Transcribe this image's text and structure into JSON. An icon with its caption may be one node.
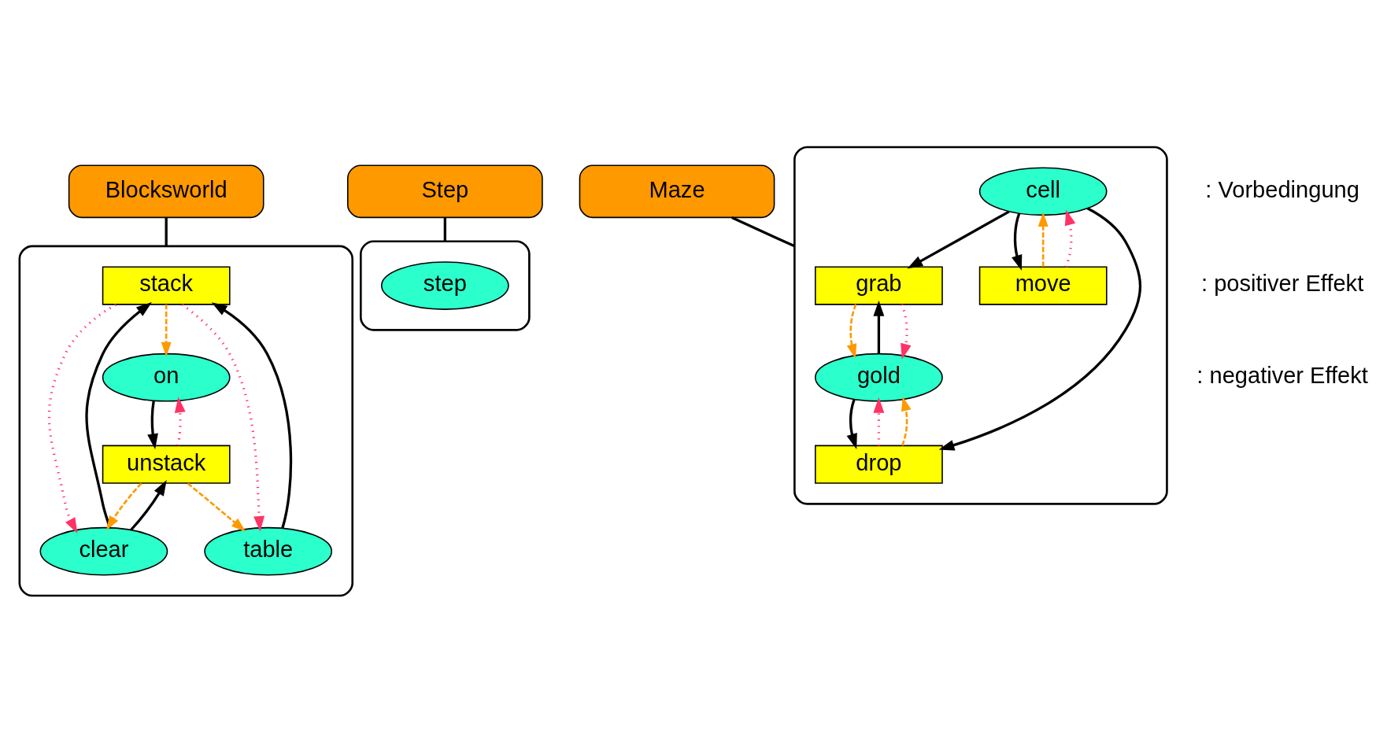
{
  "diagram": {
    "nodes": [
      {
        "text": [
          "Blocksworld"
        ]
      },
      {
        "text": [],
        "shape": "ellipse"
      },
      {
        "text": [
          "stack"
        ],
        "in": 1
      },
      {
        "text": [
          "on"
        ],
        "in": 1
      },
      {
        "text": [
          "clear"
        ],
        "in": 1
      },
      {
        "text": [
          "table"
        ],
        "in": 1
      },
      {
        "text": [
          "unstack"
        ],
        "in": 1
      },
      {
        "text": [
          "Step"
        ]
      },
      {
        "text": [],
        "shape": "ellipse"
      },
      {
        "text": [
          "step"
        ],
        "in": 8
      },
      {
        "text": [
          "Maze"
        ]
      },
      {
        "text": [],
        "shape": "ellipse"
      },
      {
        "text": [
          "grab"
        ],
        "in": 11
      },
      {
        "text": [
          "cell"
        ],
        "in": 11
      },
      {
        "text": [
          "move"
        ],
        "in": 11
      },
      {
        "text": [
          "gold"
        ],
        "in": 11
      },
      {
        "text": [
          "drop"
        ],
        "in": 11
      }
    ],
    "edges": [
      {
        "from": 0,
        "to": 1,
        "arrow": "none"
      },
      {
        "from": 4,
        "to": 2,
        "arrow": "to"
      },
      {
        "from": 5,
        "to": 2,
        "arrow": "to"
      },
      {
        "from": 3,
        "to": 6,
        "arrow": "to"
      },
      {
        "from": 4,
        "to": 6,
        "arrow": "to"
      },
      {
        "from": 2,
        "to": 3,
        "arrow": "to",
        "style": "dashed",
        "color": "#ff9900"
      },
      {
        "from": 6,
        "to": 4,
        "arrow": "to",
        "style": "dashed",
        "color": "#ff9900"
      },
      {
        "from": 6,
        "to": 5,
        "arrow": "to",
        "style": "dashed",
        "color": "#ff9900"
      },
      {
        "from": 2,
        "to": 4,
        "arrow": "to",
        "style": "dashed",
        "color": "#ff3366"
      },
      {
        "from": 2,
        "to": 5,
        "arrow": "to",
        "style": "dashed",
        "color": "#ff3366"
      },
      {
        "from": 6,
        "to": 3,
        "arrow": "to",
        "style": "dashed",
        "color": "#ff3366"
      },
      {
        "from": 7,
        "to": 8,
        "arrow": "none"
      },
      {
        "from": 10,
        "to": 11,
        "arrow": "none"
      },
      {
        "from": 13,
        "to": 12,
        "arrow": "to"
      },
      {
        "from": 13,
        "to": 14,
        "arrow": "to"
      },
      {
        "from": 13,
        "to": 16,
        "arrow": "to"
      },
      {
        "from": 15,
        "to": 12,
        "arrow": "to"
      },
      {
        "from": 15,
        "to": 16,
        "arrow": "to"
      },
      {
        "from": 12,
        "to": 15,
        "arrow": "to",
        "style": "dashed",
        "color": "#ff9900"
      },
      {
        "from": 12,
        "to": 15,
        "arrow": "to",
        "style": "dashed",
        "color": "#ff3366"
      },
      {
        "from": 14,
        "to": 13,
        "arrow": "to",
        "style": "dashed",
        "color": "#ff9900"
      },
      {
        "from": 14,
        "to": 13,
        "arrow": "to",
        "style": "dashed",
        "color": "#ff3366"
      },
      {
        "from": 16,
        "to": 15,
        "arrow": "to",
        "style": "dashed",
        "color": "#ff3366"
      },
      {
        "from": 16,
        "to": 15,
        "arrow": "to",
        "style": "dashed",
        "color": "#ff9900"
      }
    ],
    "legend": [
      {
        "text": ": Vorbedingung"
      },
      {
        "text": ": positiver Effekt"
      },
      {
        "text": ": negativer Effekt"
      }
    ]
  }
}
